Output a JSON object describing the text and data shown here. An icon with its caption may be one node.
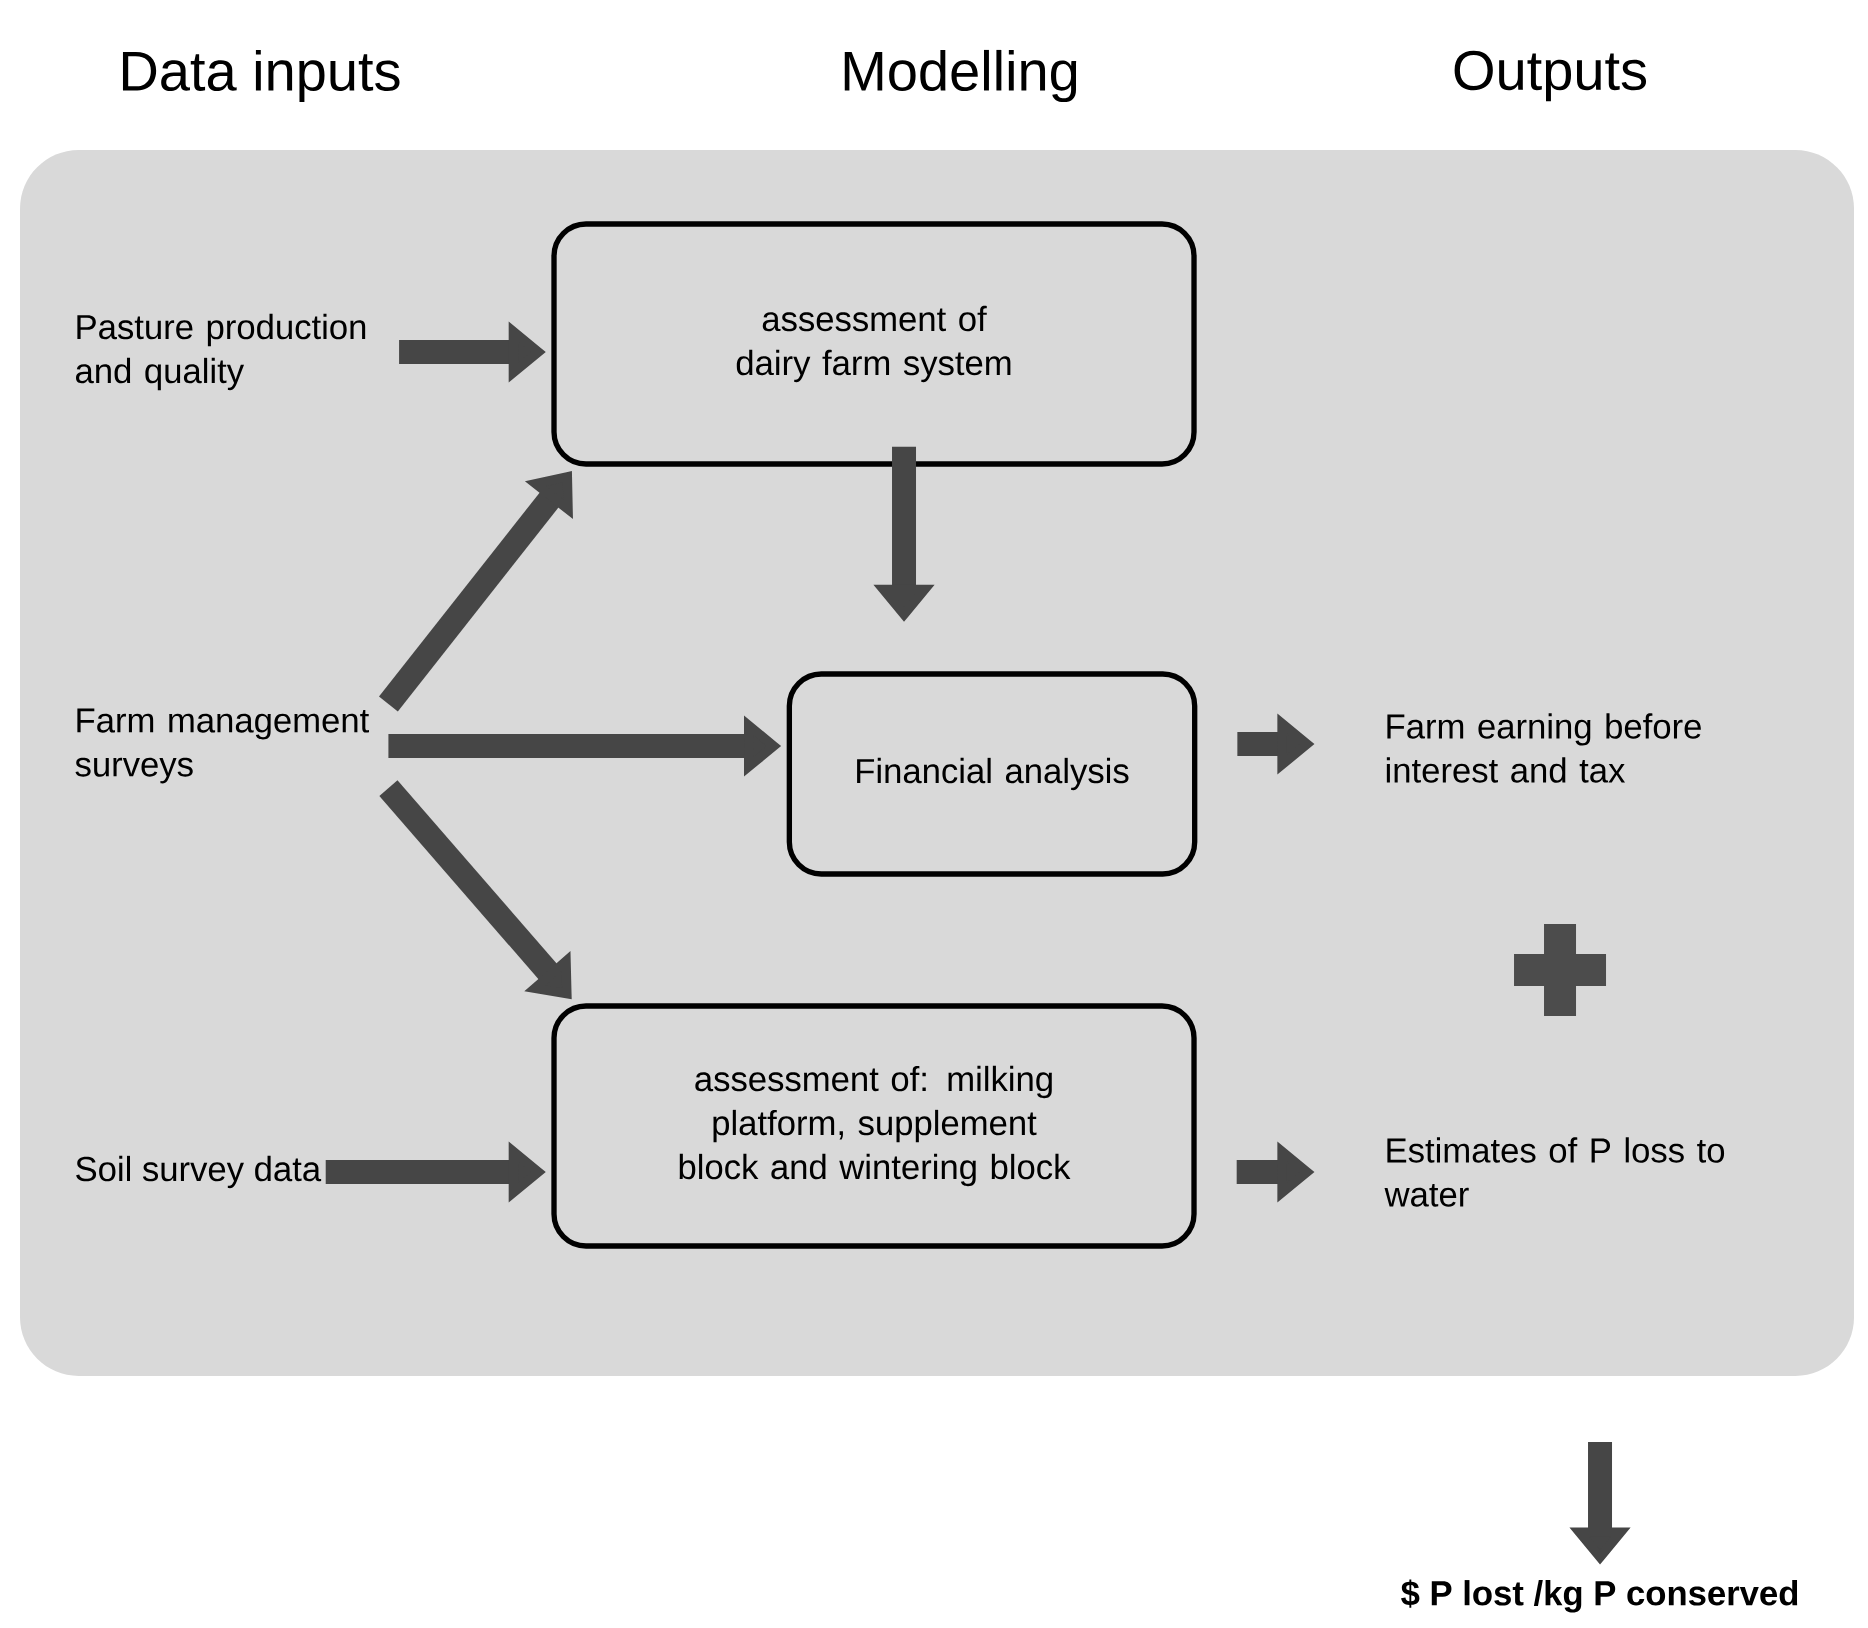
{
  "diagram": {
    "nodes": [
      {
        "text": [
          "Pasture production and quality"
        ]
      },
      {
        "text": [
          "assessment of dairy farm system"
        ]
      },
      {
        "text": [
          "Farm management surveys"
        ]
      },
      {
        "text": [
          "Financial analysis"
        ]
      },
      {
        "text": [
          "Farm earning before interest and tax"
        ]
      },
      {
        "text": [
          "Soil survey data"
        ]
      },
      {
        "text": [
          "assessment of: milking platform, supplement block and wintering block"
        ]
      },
      {
        "text": [
          "Estimates of P loss to water"
        ]
      },
      {
        "text": [
          "$ P lost /kg P conserved"
        ]
      }
    ],
    "edges": [
      {
        "from": 0,
        "to": 1,
        "arrow": "to"
      },
      {
        "from": 1,
        "to": 3,
        "arrow": "to"
      },
      {
        "from": 2,
        "to": 1,
        "arrow": "to"
      },
      {
        "from": 2,
        "to": 3,
        "arrow": "to"
      },
      {
        "from": 2,
        "to": 6,
        "arrow": "to"
      },
      {
        "from": 3,
        "to": 4,
        "arrow": "to"
      },
      {
        "from": 5,
        "to": 6,
        "arrow": "to"
      },
      {
        "from": 6,
        "to": 7,
        "arrow": "to"
      },
      {
        "from": null,
        "to": 8,
        "arrow": "to"
      }
    ],
    "labels": [
      "Data inputs",
      "Modelling",
      "Outputs"
    ]
  }
}
